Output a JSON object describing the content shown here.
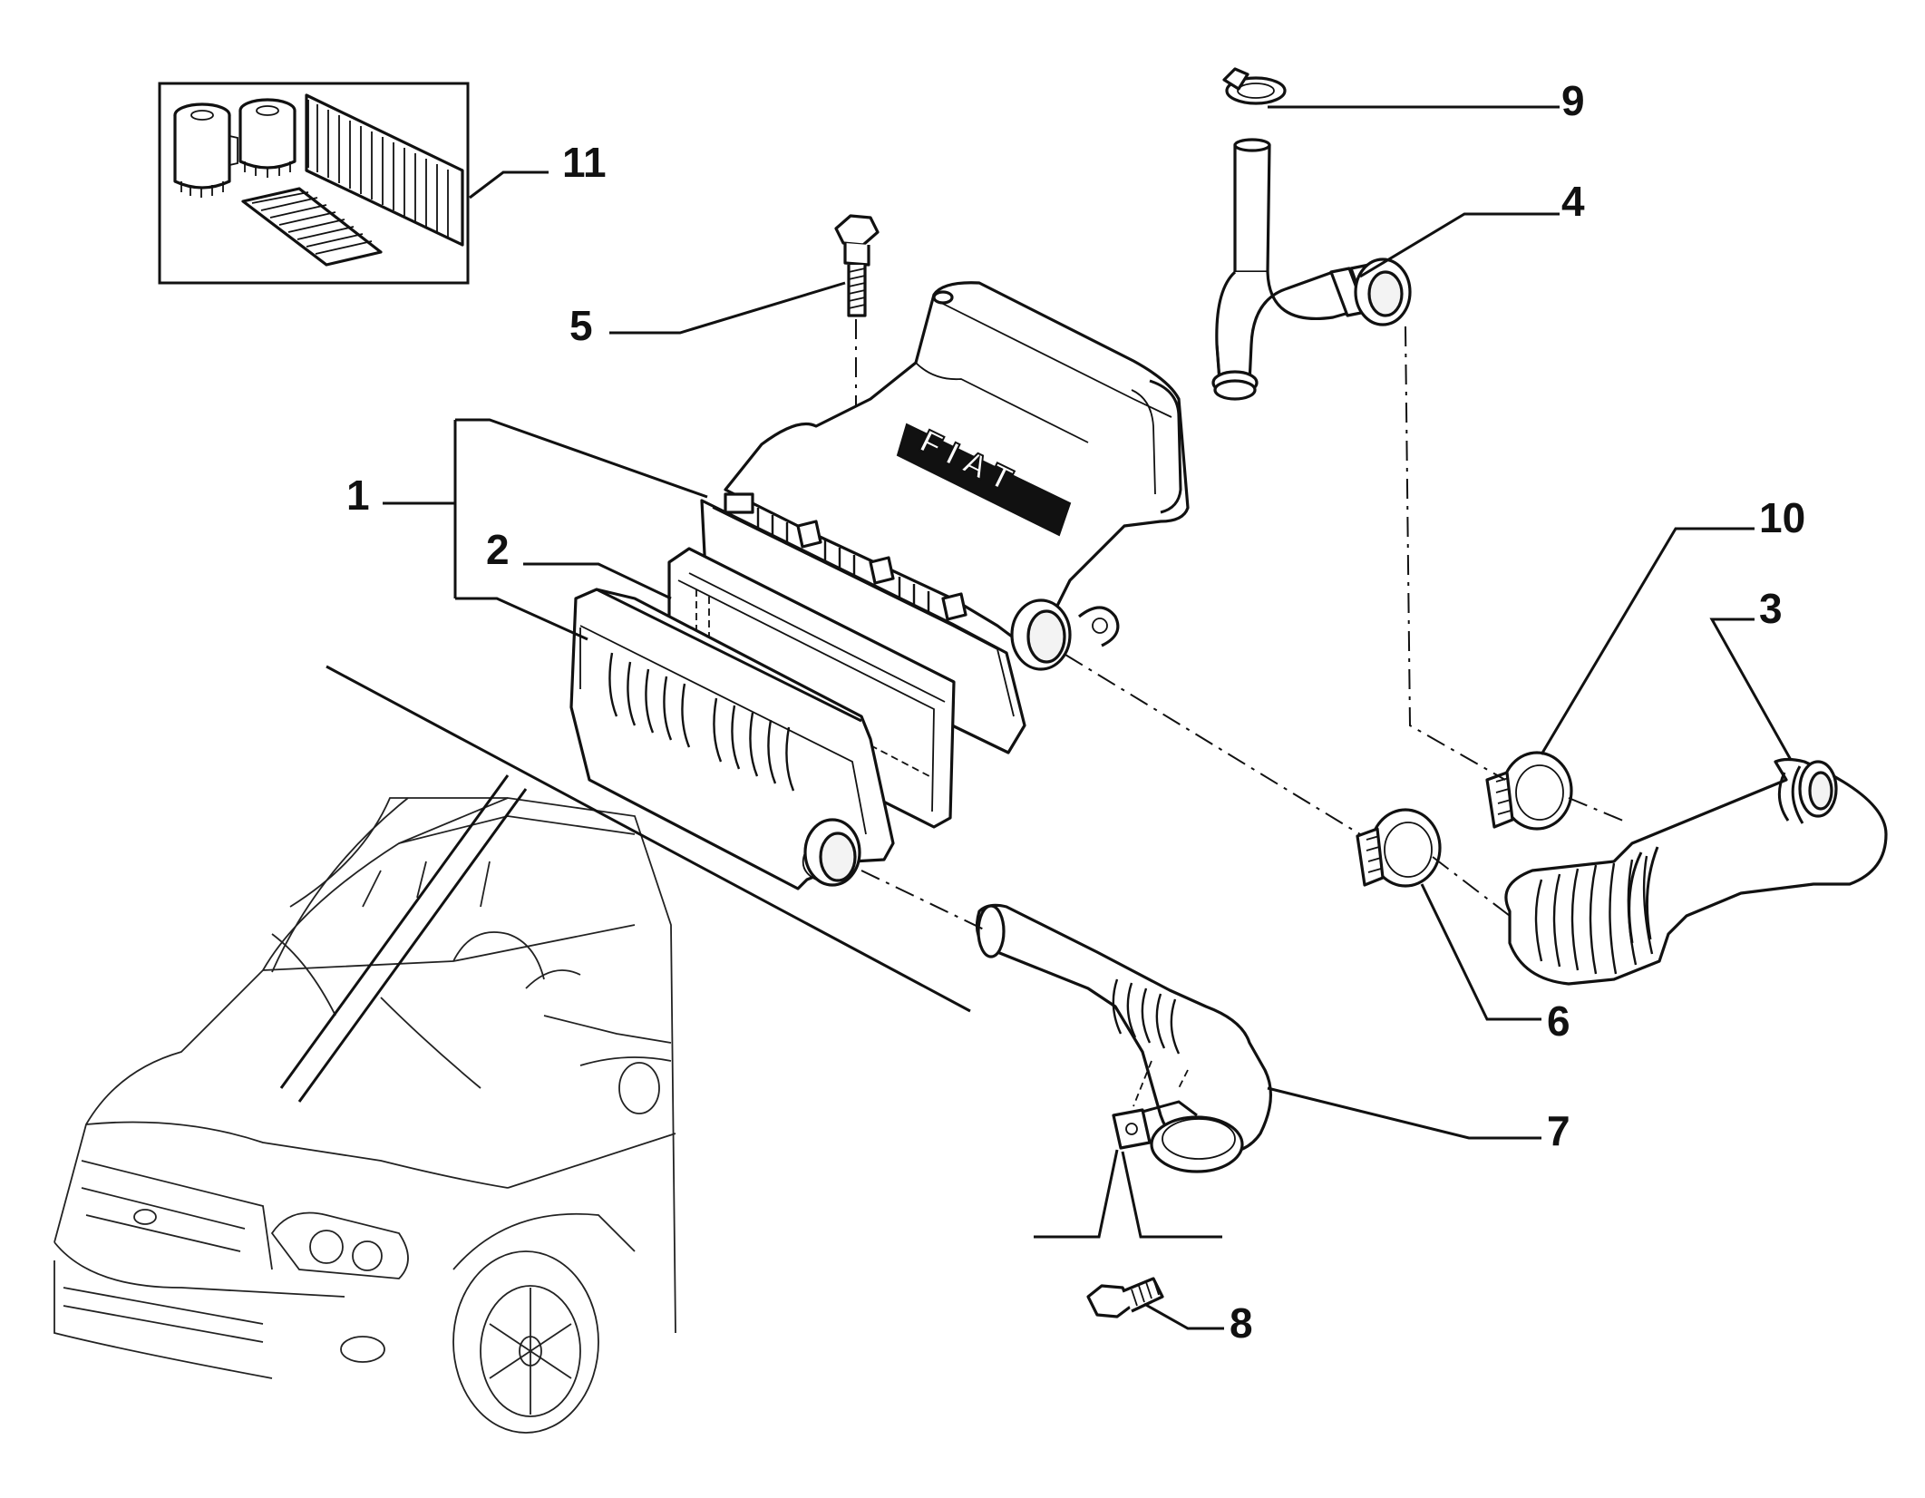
{
  "diagram": {
    "emblem_text": "FIAT",
    "callouts": [
      {
        "id": "1",
        "label": "1",
        "part": "air-filter-housing"
      },
      {
        "id": "2",
        "label": "2",
        "part": "filter-element"
      },
      {
        "id": "3",
        "label": "3",
        "part": "intake-hose-corrugated"
      },
      {
        "id": "4",
        "label": "4",
        "part": "breather-pipe"
      },
      {
        "id": "5",
        "label": "5",
        "part": "bolt"
      },
      {
        "id": "6",
        "label": "6",
        "part": "hose-clamp"
      },
      {
        "id": "7",
        "label": "7",
        "part": "air-intake-duct"
      },
      {
        "id": "8",
        "label": "8",
        "part": "hex-bolt"
      },
      {
        "id": "9",
        "label": "9",
        "part": "small-clamp"
      },
      {
        "id": "10",
        "label": "10",
        "part": "hose-clamp"
      },
      {
        "id": "11",
        "label": "11",
        "part": "filter-kit"
      }
    ]
  }
}
